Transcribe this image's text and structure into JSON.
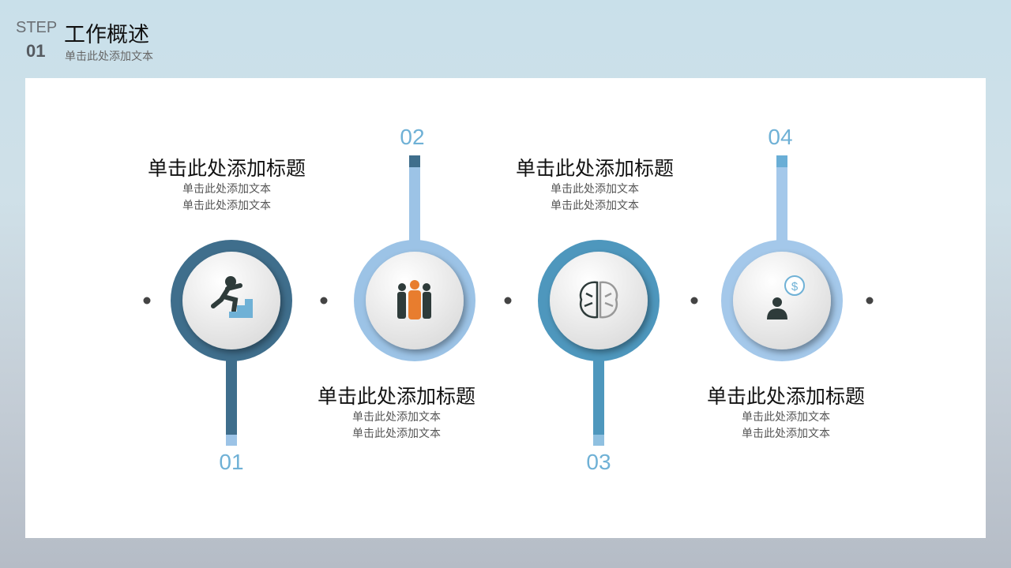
{
  "header": {
    "step_label": "STEP",
    "step_number": "01",
    "title": "工作概述",
    "subtitle": "单击此处添加文本"
  },
  "items": [
    {
      "number": "01",
      "title": "单击此处添加标题",
      "text1": "单击此处添加文本",
      "text2": "单击此处添加文本",
      "icon": "stairs-climb-icon",
      "color": "#3f6e8c",
      "tip": "#9cc3e6"
    },
    {
      "number": "02",
      "title": "单击此处添加标题",
      "text1": "单击此处添加文本",
      "text2": "单击此处添加文本",
      "icon": "team-icon",
      "color": "#9cc3e6",
      "tip": "#3f6e8c"
    },
    {
      "number": "03",
      "title": "单击此处添加标题",
      "text1": "单击此处添加文本",
      "text2": "单击此处添加文本",
      "icon": "brain-icon",
      "color": "#4e97bd",
      "tip": "#8fc0e0"
    },
    {
      "number": "04",
      "title": "单击此处添加标题",
      "text1": "单击此处添加文本",
      "text2": "单击此处添加文本",
      "icon": "user-money-icon",
      "color": "#9cc3e6",
      "tip": "#6aaed6"
    }
  ]
}
